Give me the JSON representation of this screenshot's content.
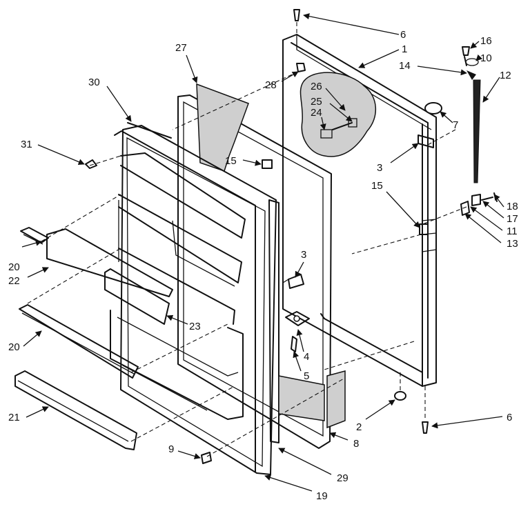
{
  "callouts": [
    {
      "id": "c6a",
      "text": "6"
    },
    {
      "id": "c1",
      "text": "1"
    },
    {
      "id": "c27",
      "text": "27"
    },
    {
      "id": "c16",
      "text": "16"
    },
    {
      "id": "c10",
      "text": "10"
    },
    {
      "id": "c14",
      "text": "14"
    },
    {
      "id": "c12",
      "text": "12"
    },
    {
      "id": "c30",
      "text": "30"
    },
    {
      "id": "c28",
      "text": "28"
    },
    {
      "id": "c26",
      "text": "26"
    },
    {
      "id": "c25",
      "text": "25"
    },
    {
      "id": "c24",
      "text": "24"
    },
    {
      "id": "c7",
      "text": "7"
    },
    {
      "id": "c31",
      "text": "31"
    },
    {
      "id": "c15a",
      "text": "15"
    },
    {
      "id": "c3a",
      "text": "3"
    },
    {
      "id": "c15b",
      "text": "15"
    },
    {
      "id": "c18",
      "text": "18"
    },
    {
      "id": "c17",
      "text": "17"
    },
    {
      "id": "c11",
      "text": "11"
    },
    {
      "id": "c13",
      "text": "13"
    },
    {
      "id": "c20a",
      "text": "20"
    },
    {
      "id": "c22",
      "text": "22"
    },
    {
      "id": "c3b",
      "text": "3"
    },
    {
      "id": "c23",
      "text": "23"
    },
    {
      "id": "c20b",
      "text": "20"
    },
    {
      "id": "c4",
      "text": "4"
    },
    {
      "id": "c5",
      "text": "5"
    },
    {
      "id": "c21",
      "text": "21"
    },
    {
      "id": "c2",
      "text": "2"
    },
    {
      "id": "c6b",
      "text": "6"
    },
    {
      "id": "c8",
      "text": "8"
    },
    {
      "id": "c9",
      "text": "9"
    },
    {
      "id": "c29",
      "text": "29"
    },
    {
      "id": "c19",
      "text": "19"
    }
  ]
}
